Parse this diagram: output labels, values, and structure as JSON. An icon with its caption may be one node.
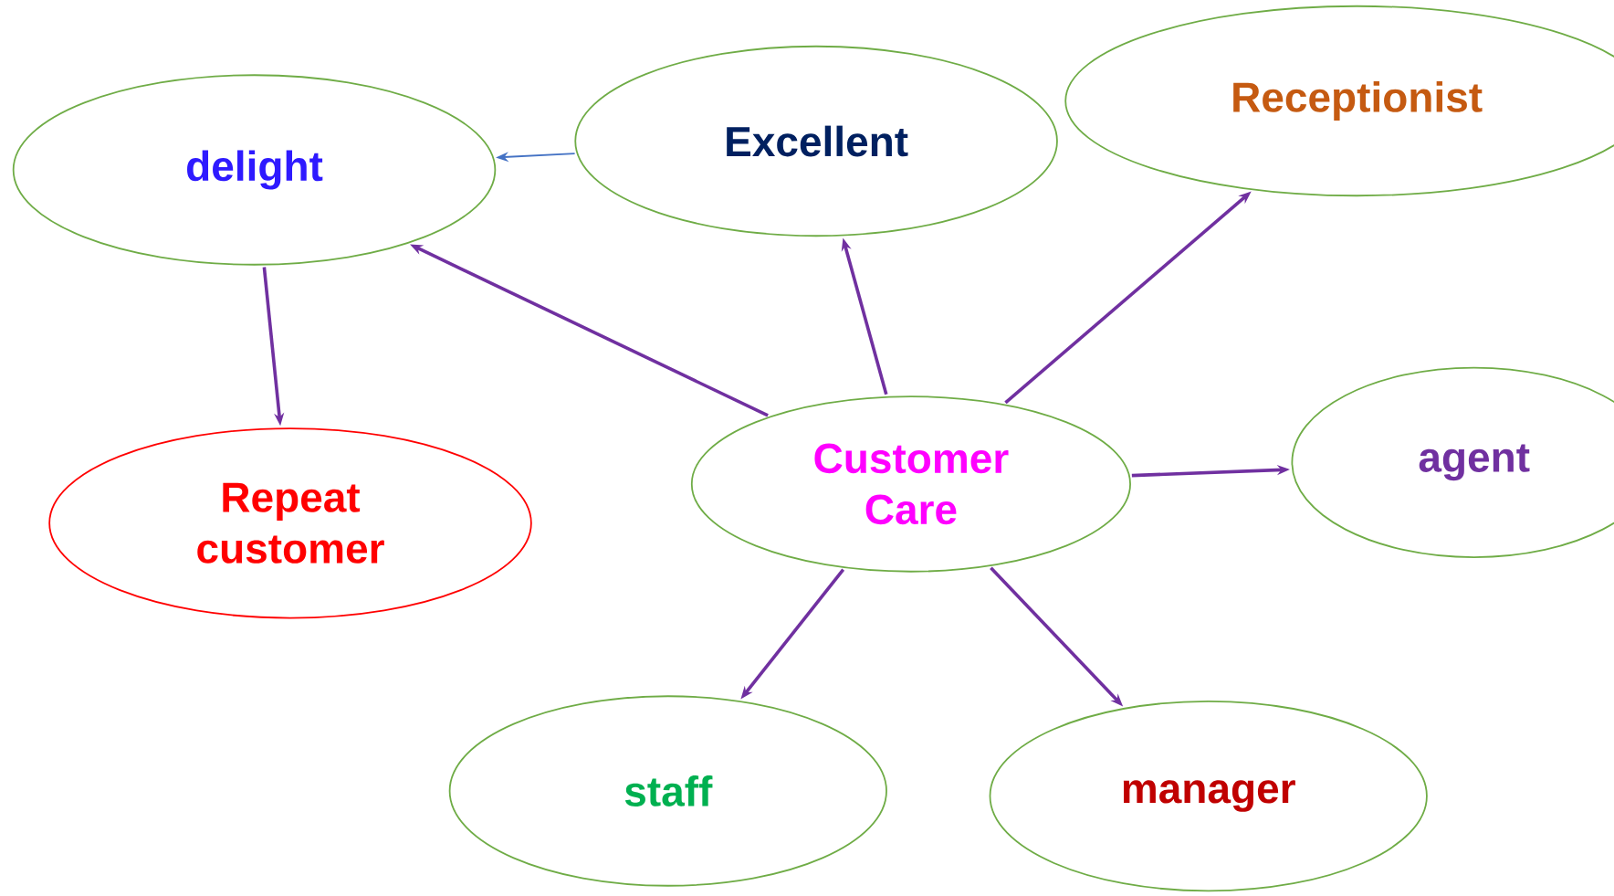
{
  "diagram": {
    "nodes": [
      {
        "text": [
          "delight"
        ]
      },
      {
        "text": [
          "Excellent"
        ]
      },
      {
        "text": [
          "Receptionist"
        ]
      },
      {
        "text": [
          "Repeat customer"
        ]
      },
      {
        "text": [
          "Customer Care"
        ]
      },
      {
        "text": [
          "agent"
        ]
      },
      {
        "text": [
          "staff"
        ]
      },
      {
        "text": [
          "manager"
        ]
      }
    ],
    "edges": [
      {
        "from": 1,
        "to": 0,
        "arrow": "to",
        "color": "#4472c4"
      },
      {
        "from": 0,
        "to": 3,
        "arrow": "to"
      },
      {
        "from": 4,
        "to": 0,
        "arrow": "to"
      },
      {
        "from": 4,
        "to": 1,
        "arrow": "to"
      },
      {
        "from": 4,
        "to": 2,
        "arrow": "to"
      },
      {
        "from": 4,
        "to": 5,
        "arrow": "to"
      },
      {
        "from": 4,
        "to": 6,
        "arrow": "to"
      },
      {
        "from": 4,
        "to": 7,
        "arrow": "to"
      }
    ]
  }
}
